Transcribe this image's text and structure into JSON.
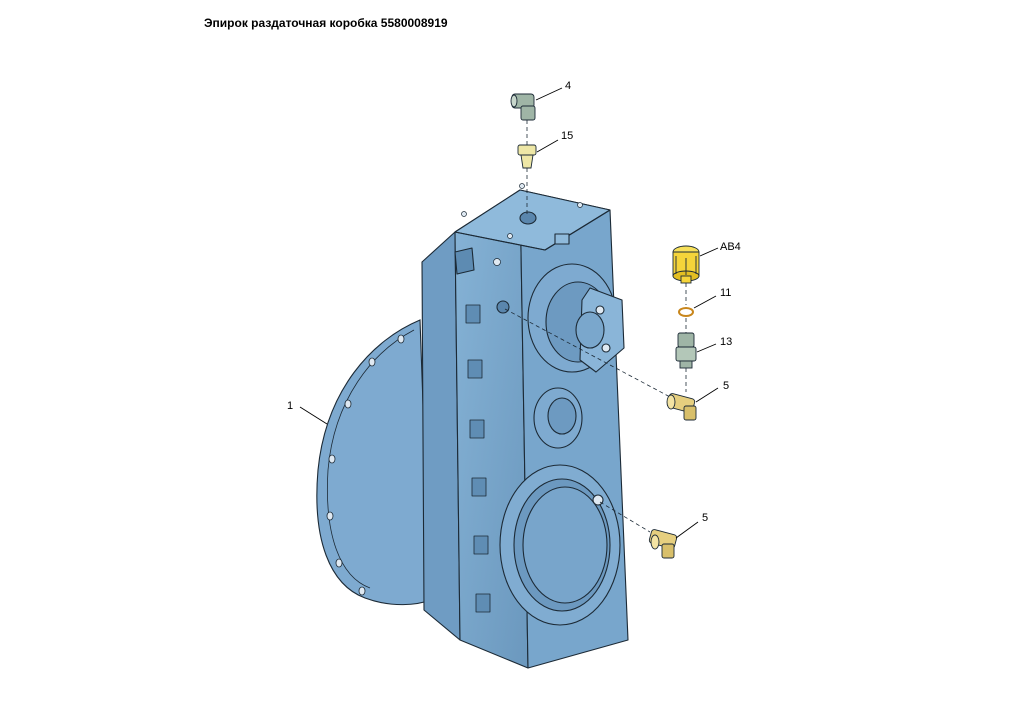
{
  "title": "Эпирок раздаточная коробка 5580008919",
  "callouts": {
    "p4": "4",
    "p15": "15",
    "ab4": "AB4",
    "p11": "11",
    "p13": "13",
    "p5a": "5",
    "p5b": "5",
    "p1": "1"
  },
  "colors": {
    "housing": "#7aa7cc",
    "housing_shadow": "#6a97bc",
    "outline": "#1c2a36",
    "fitting_grey": "#9fb5a6",
    "fitting_yellow_light": "#eee7a6",
    "fitting_yellow": "#f5d43a",
    "fitting_brass": "#e6cf7f"
  }
}
